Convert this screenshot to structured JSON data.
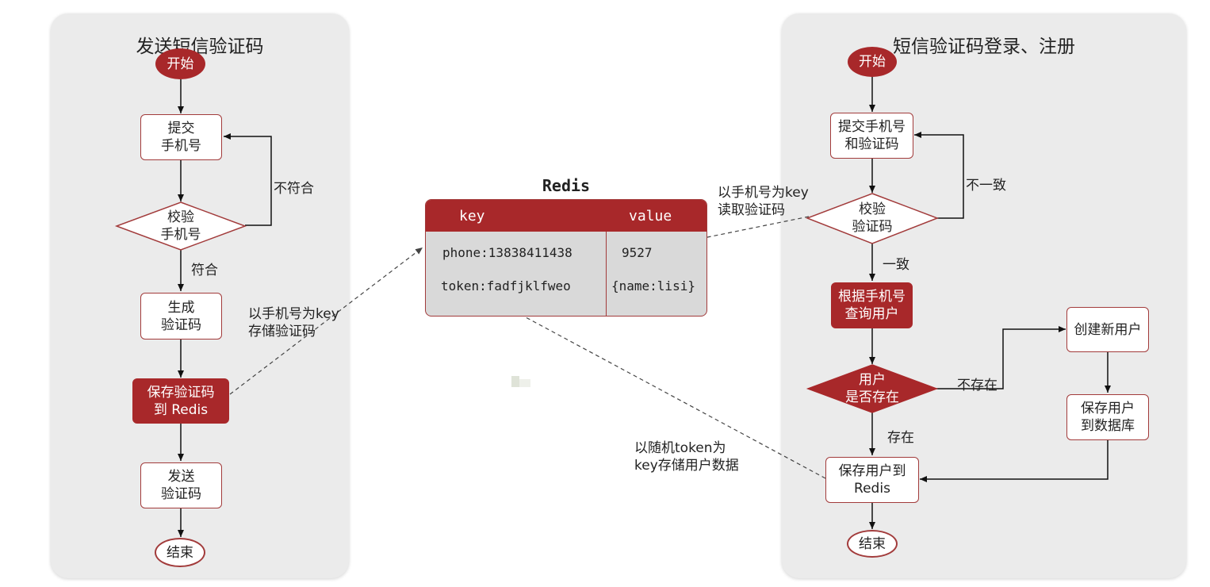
{
  "left_panel": {
    "title": "发送短信验证码",
    "start": "开始",
    "submit_phone": [
      "提交",
      "手机号"
    ],
    "verify_phone": [
      "校验",
      "手机号"
    ],
    "mismatch": "不符合",
    "match": "符合",
    "generate_code": [
      "生成",
      "验证码"
    ],
    "save_code": [
      "保存验证码",
      "到 Redis"
    ],
    "send_code": [
      "发送",
      "验证码"
    ],
    "end": "结束"
  },
  "redis": {
    "title": "Redis",
    "headers": {
      "key": "key",
      "value": "value"
    },
    "rows": [
      {
        "key": "phone:13838411438",
        "value": "9527"
      },
      {
        "key": "token:fadfjklfweo",
        "value": "{name:lisi}"
      }
    ]
  },
  "annotations": {
    "store_code": [
      "以手机号为key",
      "存储验证码"
    ],
    "read_code": [
      "以手机号为key",
      "读取验证码"
    ],
    "store_user": [
      "以随机token为",
      "key存储用户数据"
    ]
  },
  "right_panel": {
    "title": "短信验证码登录、注册",
    "start": "开始",
    "submit": [
      "提交手机号",
      "和验证码"
    ],
    "verify": [
      "校验",
      "验证码"
    ],
    "inconsistent": "不一致",
    "consistent": "一致",
    "query_user": [
      "根据手机号",
      "查询用户"
    ],
    "user_exists": [
      "用户",
      "是否存在"
    ],
    "not_exists": "不存在",
    "exists": "存在",
    "create_user": "创建新用户",
    "save_db": [
      "保存用户",
      "到数据库"
    ],
    "save_redis": [
      "保存用户到",
      "Redis"
    ],
    "end": "结束"
  },
  "colors": {
    "accent": "#a8282a",
    "panel_bg": "#ebebeb",
    "table_bg": "#d9d9d9"
  }
}
